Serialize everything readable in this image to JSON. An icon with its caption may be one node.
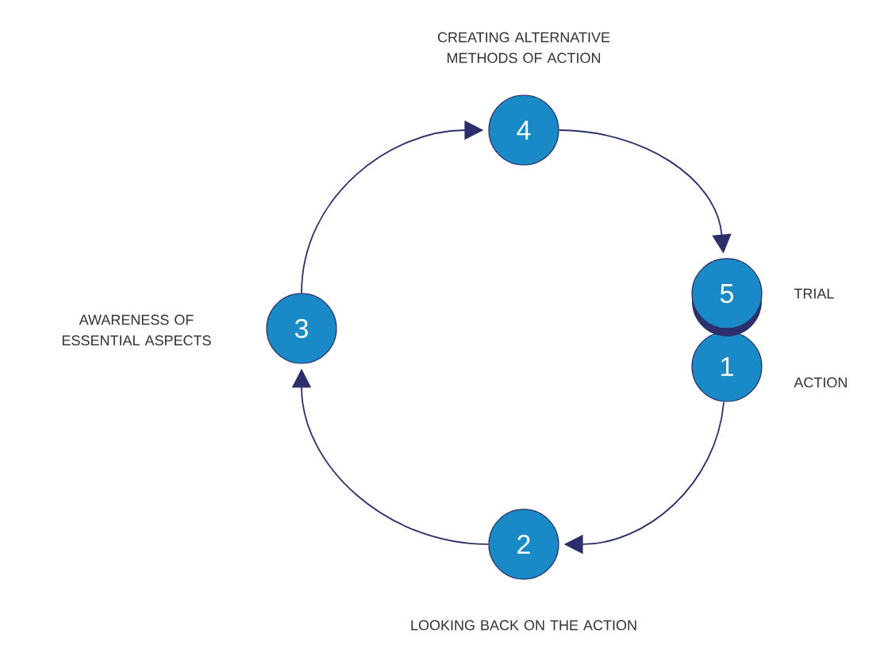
{
  "diagram": {
    "nodes": [
      {
        "text": [
          "4"
        ],
        "beside": [
          "CREATING ALTERNATIVE METHODS OF ACTION"
        ]
      },
      {
        "text": [
          "5"
        ],
        "beside": [
          "TRIAL"
        ]
      },
      {
        "text": [
          "3"
        ],
        "beside": [
          "AWARENESS OF ESSENTIAL ASPECTS"
        ]
      },
      {
        "text": [
          "1"
        ],
        "beside": [
          "ACTION"
        ]
      },
      {
        "text": [
          "2"
        ],
        "beside": [
          "LOOKING BACK ON THE ACTION"
        ]
      }
    ],
    "edges": [
      {
        "from": 0,
        "to": 1,
        "arrow": "to"
      },
      {
        "from": 3,
        "to": 4,
        "arrow": "to"
      },
      {
        "from": 4,
        "to": 2,
        "arrow": "to"
      },
      {
        "from": 2,
        "to": 0,
        "arrow": "to"
      }
    ]
  }
}
